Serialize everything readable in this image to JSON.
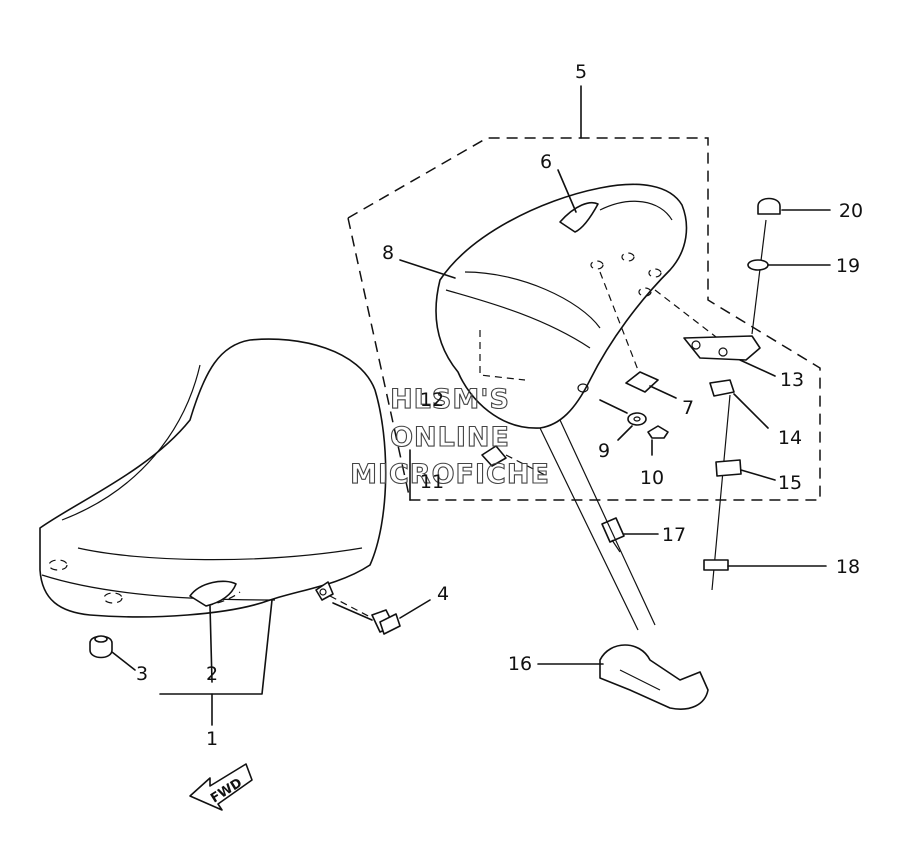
{
  "callouts": {
    "c1": "1",
    "c2": "2",
    "c3": "3",
    "c4": "4",
    "c5": "5",
    "c6": "6",
    "c7": "7",
    "c8": "8",
    "c9": "9",
    "c10": "10",
    "c11": "11",
    "c12": "12",
    "c13": "13",
    "c14": "14",
    "c15": "15",
    "c16": "16",
    "c17": "17",
    "c18": "18",
    "c19": "19",
    "c20": "20"
  },
  "watermark": {
    "line1": "HLSM'S",
    "line2": "ONLINE",
    "line3": "MICROFICHE"
  },
  "direction_arrow": {
    "label": "FWD"
  }
}
